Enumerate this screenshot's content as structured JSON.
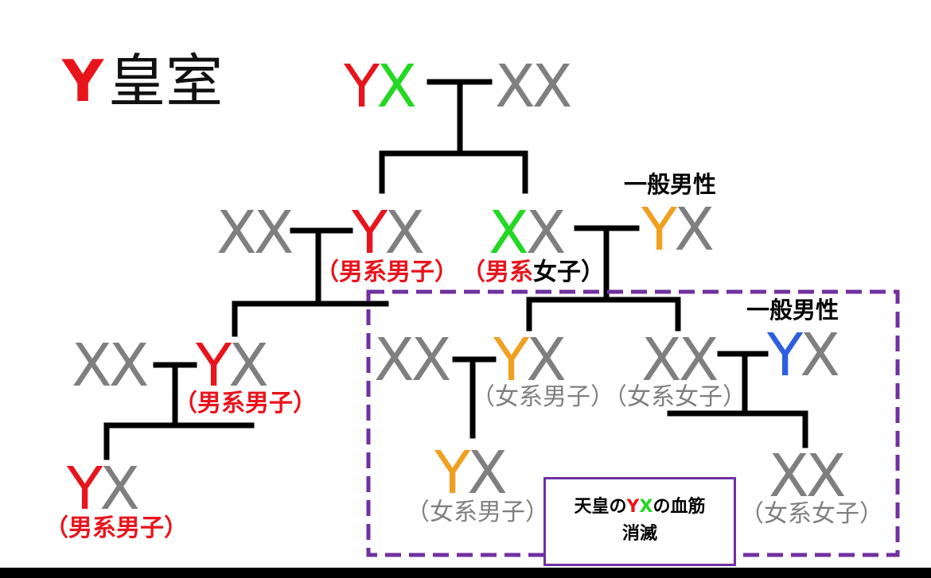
{
  "title": {
    "letter": "Y",
    "text": "皇室"
  },
  "colors": {
    "red": "#e8141c",
    "green": "#22d822",
    "gray": "#7f7f7f",
    "orange": "#f0a020",
    "blue": "#2e5ee0",
    "black": "#000000",
    "purple": "#7030a0"
  },
  "nodes": {
    "root_emperor": {
      "c1": "Y",
      "c2": "X"
    },
    "root_spouse": {
      "c1": "X",
      "c2": "X"
    },
    "gen2_wife": {
      "c1": "X",
      "c2": "X"
    },
    "gen2_son": {
      "c1": "Y",
      "c2": "X",
      "label": "（男系男子）"
    },
    "gen2_daughter": {
      "c1": "X",
      "c2": "X",
      "label_part1": "（男系",
      "label_part2": "女子）"
    },
    "commoner_1": {
      "c1": "Y",
      "c2": "X",
      "note": "一般男性"
    },
    "gen3_wife": {
      "c1": "X",
      "c2": "X"
    },
    "gen3_son": {
      "c1": "Y",
      "c2": "X",
      "label": "（男系男子）"
    },
    "gen3_d_wife": {
      "c1": "X",
      "c2": "X"
    },
    "gen3_d_son": {
      "c1": "Y",
      "c2": "X",
      "label": "（女系男子）"
    },
    "gen3_d_daughter": {
      "c1": "X",
      "c2": "X",
      "label": "（女系女子）"
    },
    "commoner_2": {
      "c1": "Y",
      "c2": "X",
      "note": "一般男性"
    },
    "gen4_son": {
      "c1": "Y",
      "c2": "X",
      "label": "（男系男子）"
    },
    "gen4_d_son": {
      "c1": "Y",
      "c2": "X",
      "label": "（女系男子）"
    },
    "gen4_d_daughter": {
      "c1": "X",
      "c2": "X",
      "label": "（女系女子）"
    }
  },
  "notice": {
    "line1_pre": "天皇の",
    "y": "Y",
    "x": "X",
    "line1_post": "の血筋",
    "line2": "消滅"
  }
}
